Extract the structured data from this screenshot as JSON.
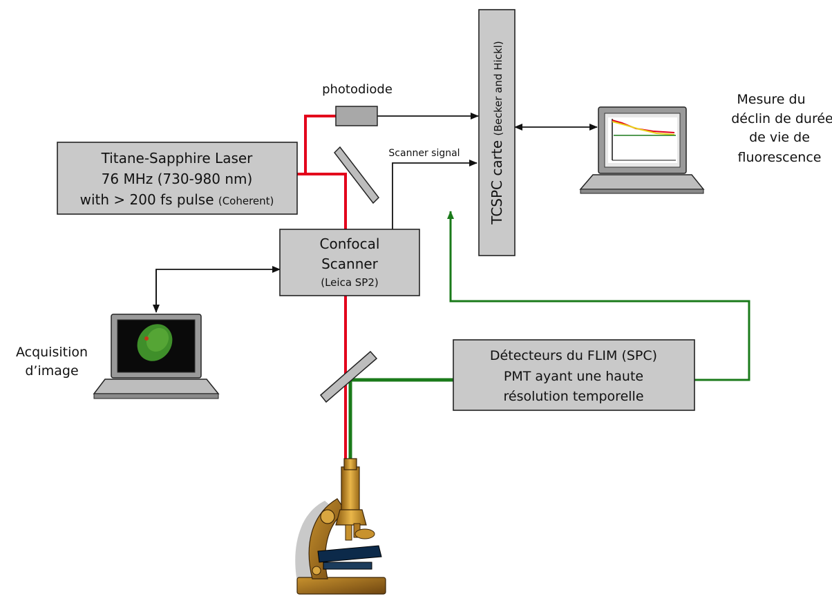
{
  "laser": {
    "line1": "Titane-Sapphire Laser",
    "line2": "76 MHz  (730-980 nm)",
    "line3_main": "with > 200 fs pulse ",
    "line3_small": "(Coherent)"
  },
  "photodiode": "photodiode",
  "scanner_signal": "Scanner signal",
  "scanner": {
    "line1": "Confocal",
    "line2": "Scanner",
    "line3": "(Leica SP2)"
  },
  "tcspc": {
    "main": "TCSPC carte ",
    "small": "(Becker and Hickl)"
  },
  "detectors": {
    "line1": "Détecteurs du FLIM (SPC)",
    "line2": "PMT ayant une haute",
    "line3": "résolution temporelle"
  },
  "acquisition": {
    "line1": "Acquisition",
    "line2": "d’image"
  },
  "mesure": {
    "line1": "Mesure du",
    "line2": "déclin de durée",
    "line3": "de vie de",
    "line4": "fluorescence"
  },
  "colors": {
    "laser_beam": "#e3001b",
    "fluorescence_beam": "#1a7a1a",
    "box_fill": "#c9c9c9"
  },
  "icons": [
    "laptop-icon",
    "microscope-icon",
    "mirror-icon"
  ]
}
